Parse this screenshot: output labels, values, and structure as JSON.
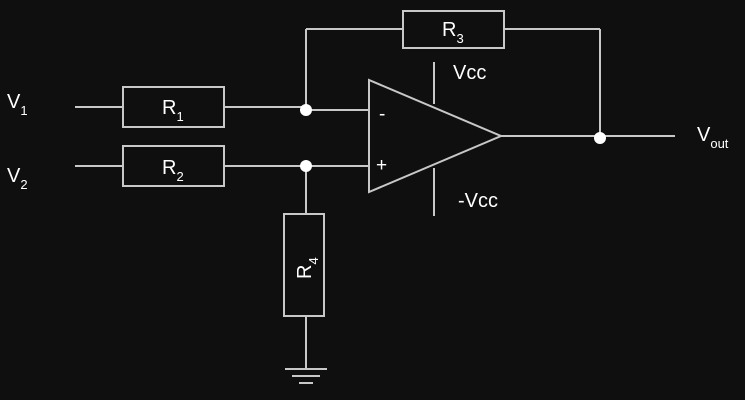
{
  "diagram": {
    "inputs": {
      "v1": {
        "main": "V",
        "sub": "1"
      },
      "v2": {
        "main": "V",
        "sub": "2"
      }
    },
    "resistors": {
      "r1": {
        "main": "R",
        "sub": "1"
      },
      "r2": {
        "main": "R",
        "sub": "2"
      },
      "r3": {
        "main": "R",
        "sub": "3"
      },
      "r4": {
        "main": "R",
        "sub": "4"
      }
    },
    "opamp": {
      "inverting_sign": "-",
      "non_inverting_sign": "+",
      "supply_positive": "Vcc",
      "supply_negative": "-Vcc"
    },
    "output": {
      "main": "V",
      "sub": "out"
    },
    "colors": {
      "background": "#0f0f0f",
      "wire": "#c8c8c8",
      "text": "#ffffff",
      "node_dot": "#ffffff"
    }
  }
}
